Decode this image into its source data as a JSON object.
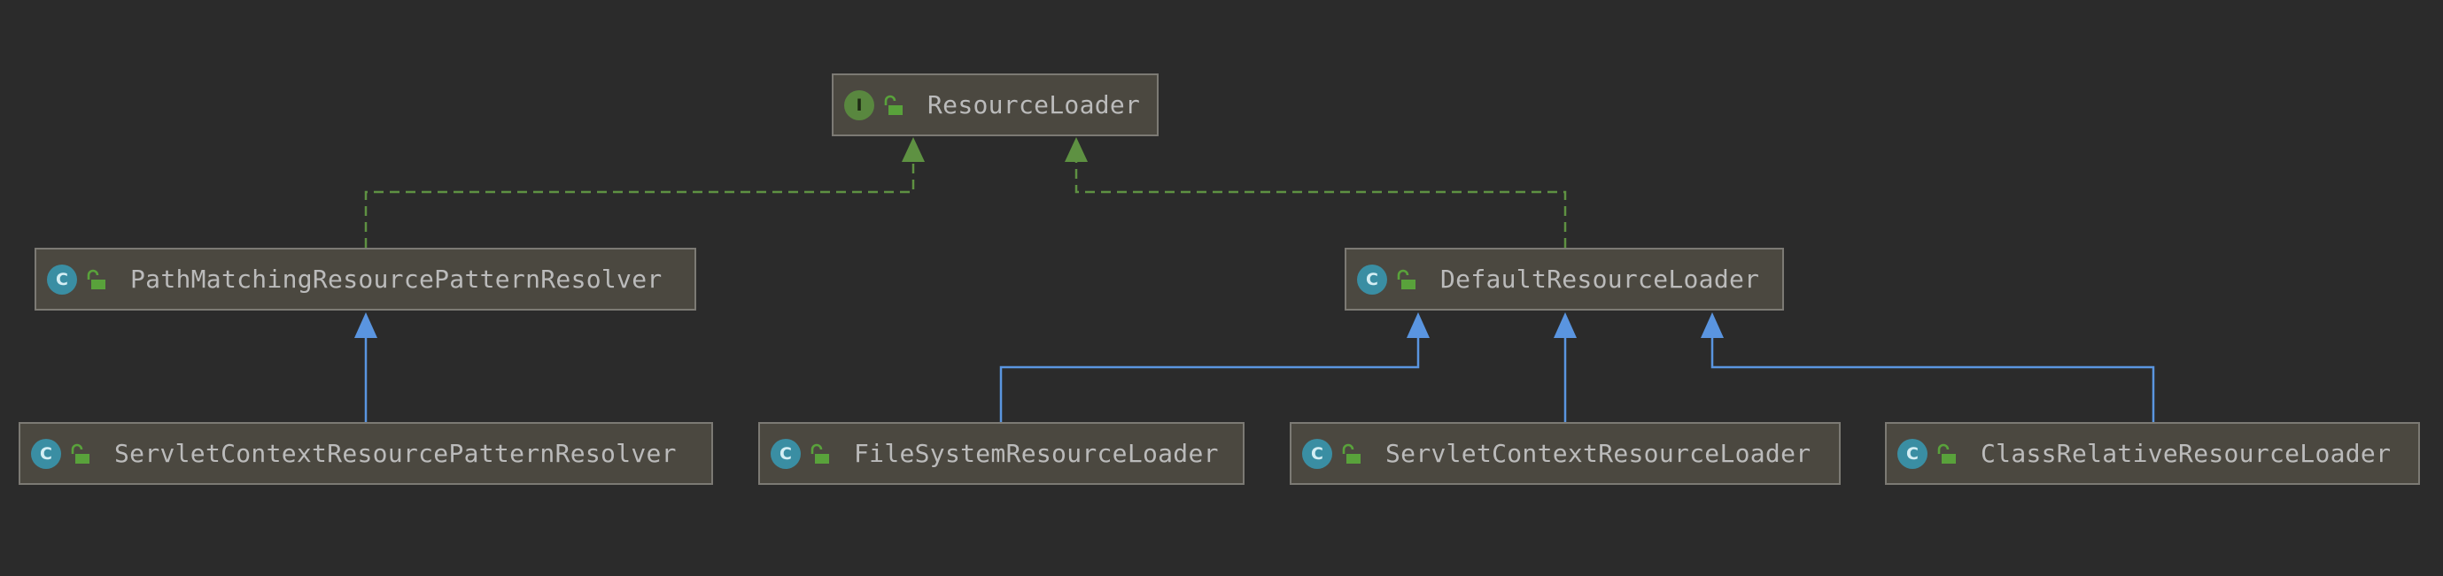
{
  "diagram": {
    "colors": {
      "background": "#2b2b2b",
      "node_fill": "#4b4840",
      "node_border": "#7c7a74",
      "text": "#bbbbbb",
      "implements_edge": "#5e9142",
      "extends_edge": "#5a95e0",
      "interface_icon": "#59873f",
      "class_icon": "#3a8ea3",
      "lock_icon": "#59a23b"
    },
    "nodes": [
      {
        "id": "resource-loader",
        "name": "ResourceLoader",
        "kind": "interface",
        "kind_letter": "I",
        "icon": "open-lock-icon"
      },
      {
        "id": "path-matching-resource-pattern-resolver",
        "name": "PathMatchingResourcePatternResolver",
        "kind": "class",
        "kind_letter": "C",
        "icon": "open-lock-icon"
      },
      {
        "id": "default-resource-loader",
        "name": "DefaultResourceLoader",
        "kind": "class",
        "kind_letter": "C",
        "icon": "open-lock-icon"
      },
      {
        "id": "servlet-context-resource-pattern-resolver",
        "name": "ServletContextResourcePatternResolver",
        "kind": "class",
        "kind_letter": "C",
        "icon": "open-lock-icon"
      },
      {
        "id": "file-system-resource-loader",
        "name": "FileSystemResourceLoader",
        "kind": "class",
        "kind_letter": "C",
        "icon": "open-lock-icon"
      },
      {
        "id": "servlet-context-resource-loader",
        "name": "ServletContextResourceLoader",
        "kind": "class",
        "kind_letter": "C",
        "icon": "open-lock-icon"
      },
      {
        "id": "class-relative-resource-loader",
        "name": "ClassRelativeResourceLoader",
        "kind": "class",
        "kind_letter": "C",
        "icon": "open-lock-icon"
      }
    ],
    "edges": [
      {
        "from": "path-matching-resource-pattern-resolver",
        "to": "resource-loader",
        "type": "implements"
      },
      {
        "from": "default-resource-loader",
        "to": "resource-loader",
        "type": "implements"
      },
      {
        "from": "servlet-context-resource-pattern-resolver",
        "to": "path-matching-resource-pattern-resolver",
        "type": "extends"
      },
      {
        "from": "file-system-resource-loader",
        "to": "default-resource-loader",
        "type": "extends"
      },
      {
        "from": "servlet-context-resource-loader",
        "to": "default-resource-loader",
        "type": "extends"
      },
      {
        "from": "class-relative-resource-loader",
        "to": "default-resource-loader",
        "type": "extends"
      }
    ]
  }
}
